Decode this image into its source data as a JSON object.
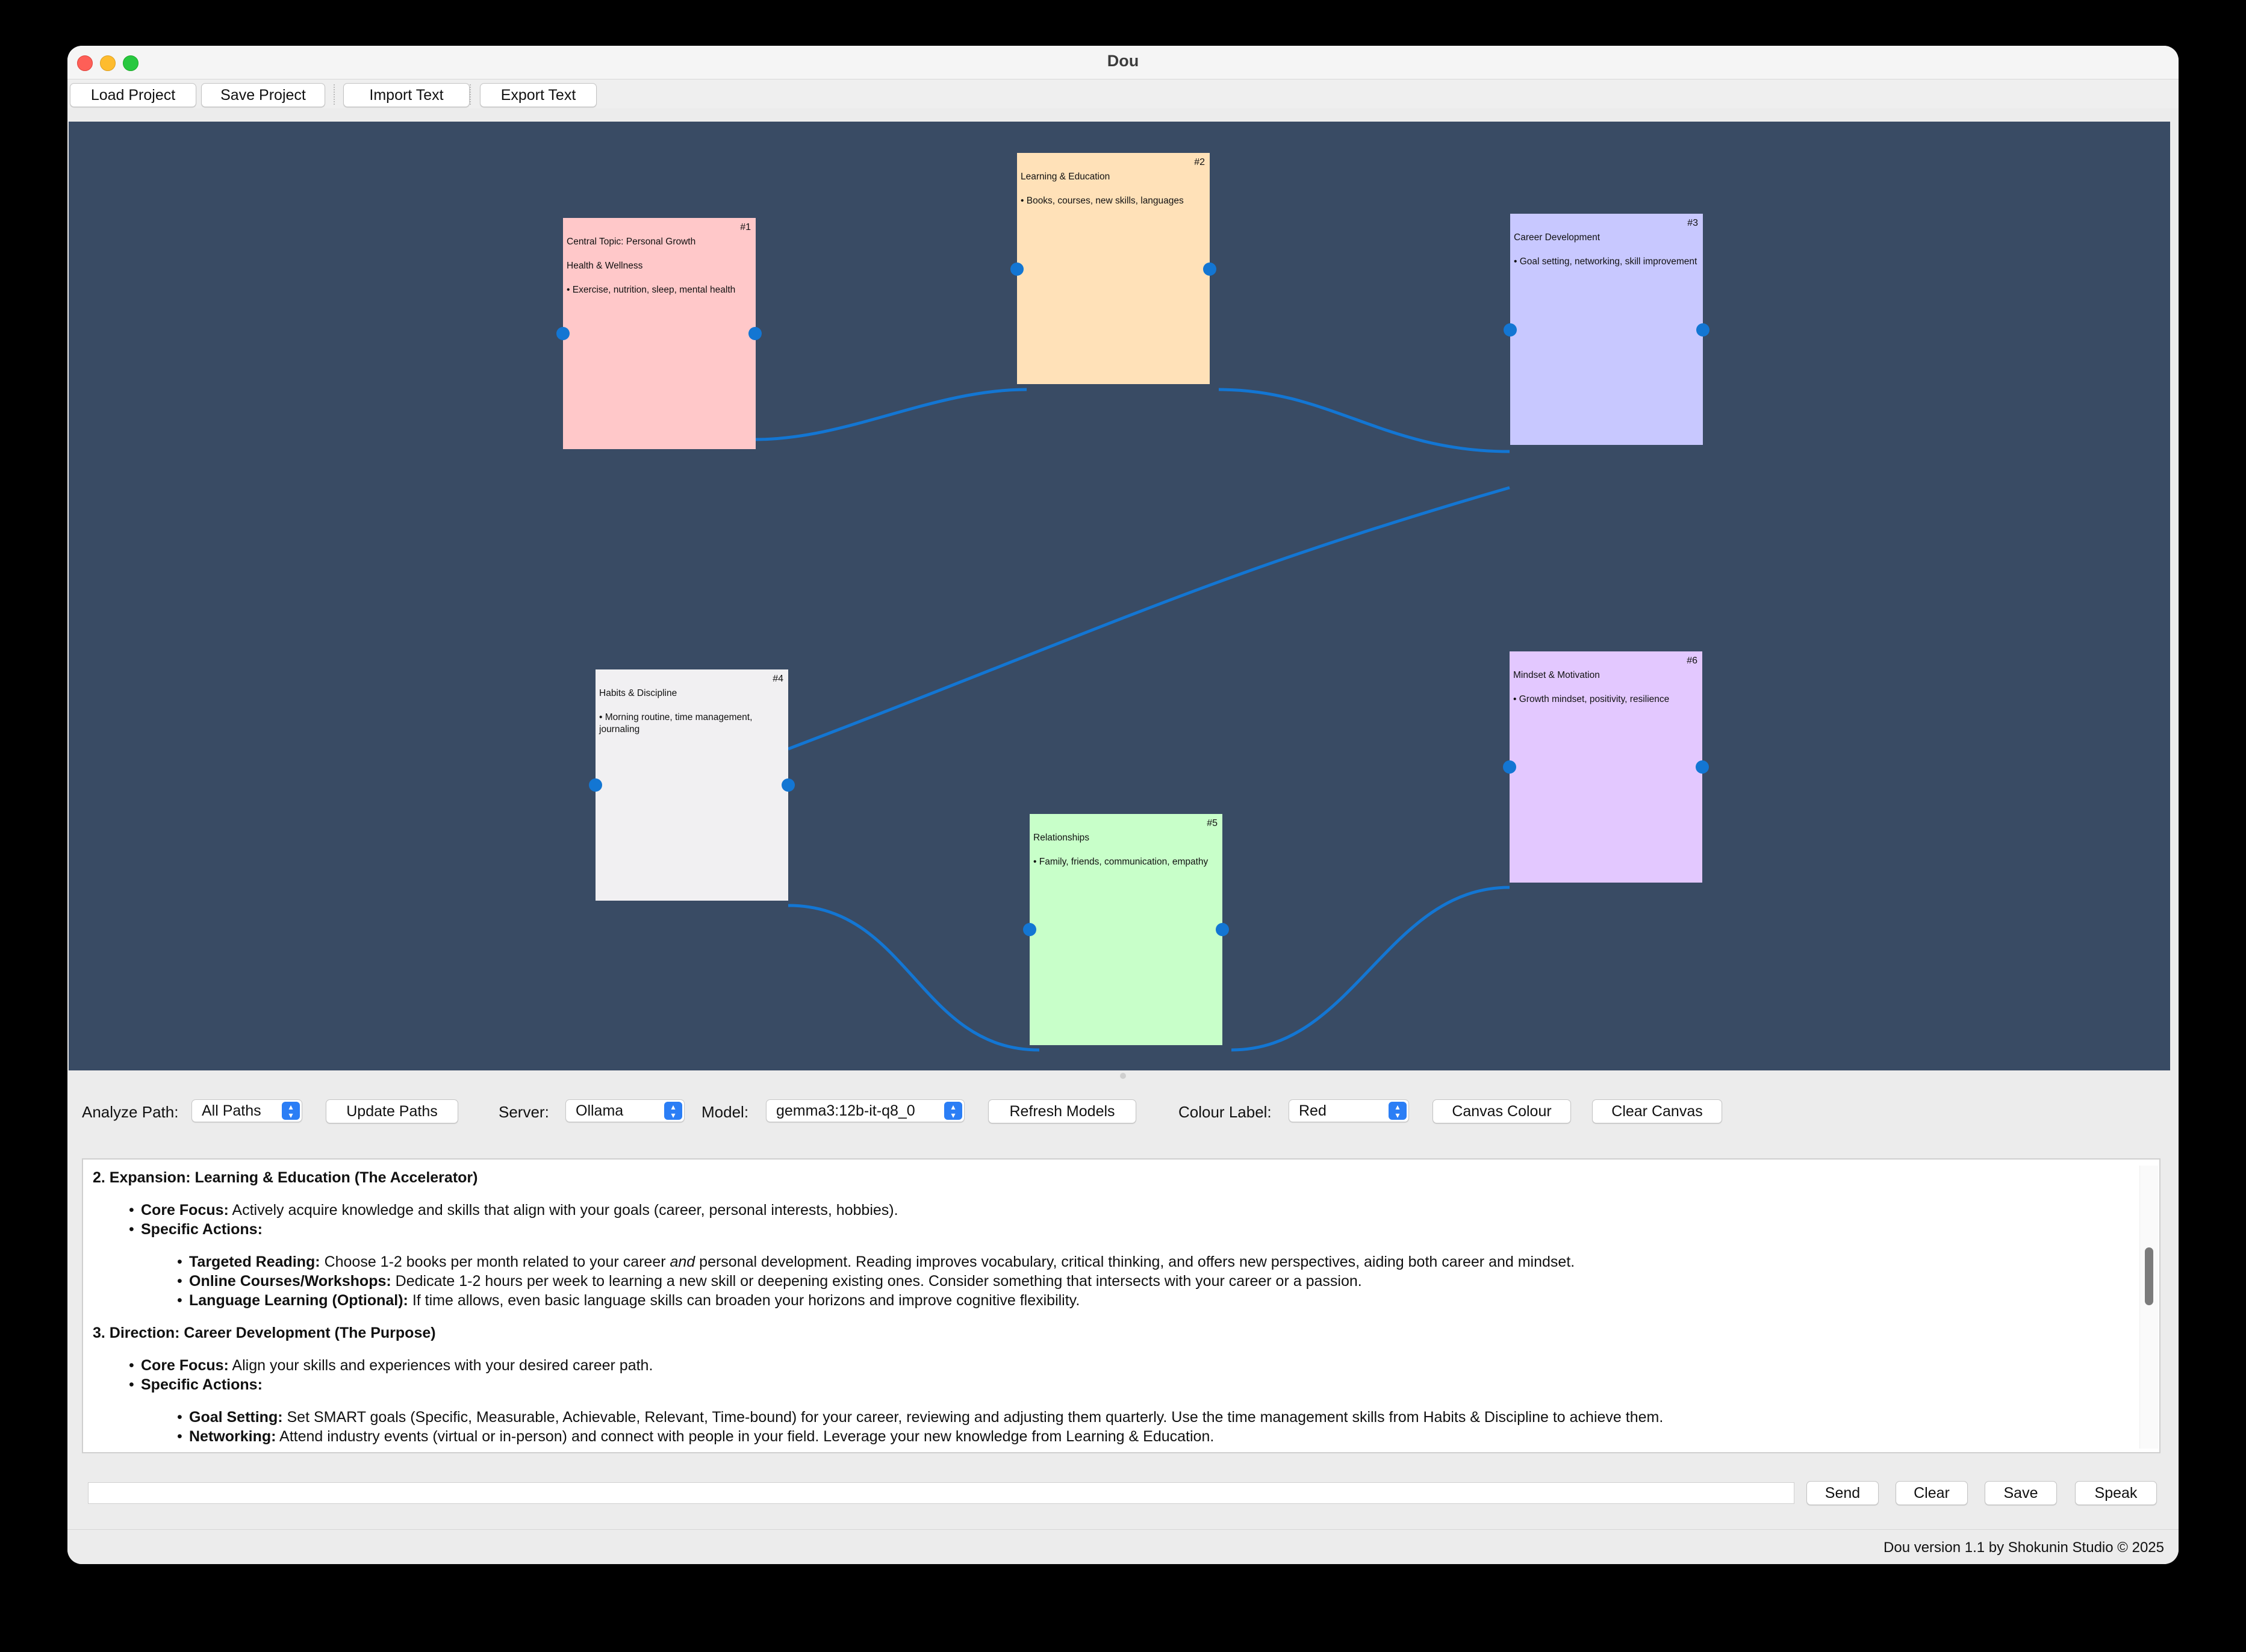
{
  "window": {
    "title": "Dou"
  },
  "toolbar": {
    "load_project": "Load Project",
    "save_project": "Save Project",
    "import_text": "Import Text",
    "export_text": "Export Text"
  },
  "canvas": {
    "background": "#394b64",
    "link_color": "#1376d3",
    "notes": [
      {
        "number": "#1",
        "title": "Central Topic: Personal Growth",
        "subtitle": "Health & Wellness",
        "body": "• Exercise, nutrition, sleep, mental health",
        "color": "#ffc8c9"
      },
      {
        "number": "#2",
        "title": "Learning & Education",
        "subtitle": "",
        "body": "• Books, courses, new skills, languages",
        "color": "#ffe1b8"
      },
      {
        "number": "#3",
        "title": "Career Development",
        "subtitle": "",
        "body": "• Goal setting, networking, skill improvement",
        "color": "#c8c8ff"
      },
      {
        "number": "#4",
        "title": "Habits & Discipline",
        "subtitle": "",
        "body": "• Morning routine, time management, journaling",
        "color": "#f1f0f2"
      },
      {
        "number": "#5",
        "title": "Relationships",
        "subtitle": "",
        "body": "• Family, friends, communication, empathy",
        "color": "#c8ffc9"
      },
      {
        "number": "#6",
        "title": "Mindset & Motivation",
        "subtitle": "",
        "body": "• Growth mindset, positivity, resilience",
        "color": "#e3c8ff"
      }
    ]
  },
  "controls": {
    "analyze_path_label": "Analyze Path:",
    "analyze_path_value": "All Paths",
    "update_paths": "Update Paths",
    "server_label": "Server:",
    "server_value": "Ollama",
    "model_label": "Model:",
    "model_value": "gemma3:12b-it-q8_0",
    "refresh_models": "Refresh Models",
    "colour_label_label": "Colour Label:",
    "colour_label_value": "Red",
    "canvas_colour": "Canvas Colour",
    "clear_canvas": "Clear Canvas"
  },
  "output": {
    "s2_heading": "2. Expansion: Learning & Education (The Accelerator)",
    "s2_core_label": "Core Focus:",
    "s2_core_text": " Actively acquire knowledge and skills that align with your goals (career, personal interests, hobbies).",
    "s2_specific": "Specific Actions:",
    "s2_a1_label": "Targeted Reading:",
    "s2_a1_text_a": " Choose 1-2 books per month related to your career ",
    "s2_a1_text_em": "and",
    "s2_a1_text_b": " personal development. Reading improves vocabulary, critical thinking, and offers new perspectives, aiding both career and mindset.",
    "s2_a2_label": "Online Courses/Workshops:",
    "s2_a2_text": " Dedicate 1-2 hours per week to learning a new skill or deepening existing ones. Consider something that intersects with your career or a passion.",
    "s2_a3_label": "Language Learning (Optional):",
    "s2_a3_text": " If time allows, even basic language skills can broaden your horizons and improve cognitive flexibility.",
    "s3_heading": "3. Direction: Career Development (The Purpose)",
    "s3_core_label": "Core Focus:",
    "s3_core_text": " Align your skills and experiences with your desired career path.",
    "s3_specific": "Specific Actions:",
    "s3_a1_label": "Goal Setting:",
    "s3_a1_text": " Set SMART goals (Specific, Measurable, Achievable, Relevant, Time-bound) for your career, reviewing and adjusting them quarterly. Use the time management skills from Habits & Discipline to achieve them.",
    "s3_a2_label": "Networking:",
    "s3_a2_text": " Attend industry events (virtual or in-person) and connect with people in your field. Leverage your new knowledge from Learning & Education."
  },
  "chat": {
    "input_value": "",
    "send": "Send",
    "clear": "Clear",
    "save": "Save",
    "speak": "Speak"
  },
  "status": {
    "text": "Dou version 1.1 by Shokunin Studio © 2025"
  }
}
